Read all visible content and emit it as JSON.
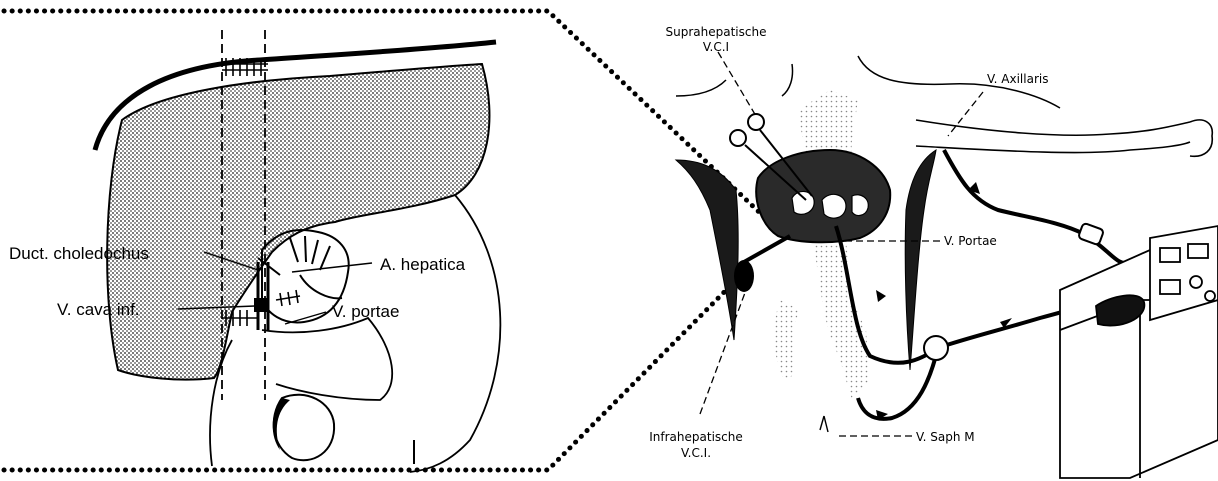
{
  "left_panel": {
    "labels": {
      "duct_choledochus": "Duct. choledochus",
      "a_hepatica": "A. hepatica",
      "v_cava_inf": "V. cava inf.",
      "v_portae": "V. portae"
    }
  },
  "right_panel": {
    "labels": {
      "suprahepatische_line1": "Suprahepatische",
      "suprahepatische_line2": "V.C.I",
      "v_axillaris": "V. Axillaris",
      "v_portae": "V. Portae",
      "infrahepatische_line1": "Infrahepatische",
      "infrahepatische_line2": "V.C.I.",
      "v_saph_m": "V. Saph M"
    }
  },
  "colors": {
    "ink": "#000000",
    "background": "#ffffff",
    "stipple": "#9a9a9a"
  }
}
